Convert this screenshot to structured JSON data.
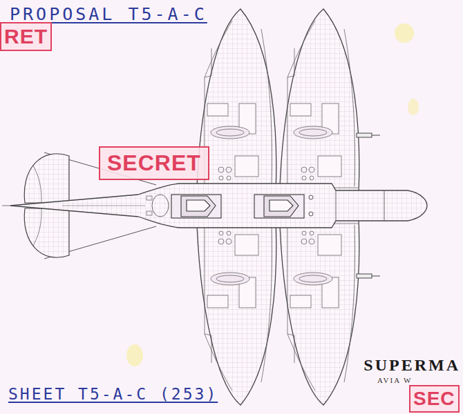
{
  "diagram": {
    "title": "PROPOSAL T5-A-C",
    "nodes": [
      {
        "text": [
          "RET"
        ]
      },
      {
        "text": [
          "SECRET"
        ]
      },
      {
        "text": [
          "SEC"
        ]
      }
    ],
    "labels": [
      "SHEET T5-A-C (253)",
      "SUPERMA",
      "AVIA W"
    ]
  }
}
